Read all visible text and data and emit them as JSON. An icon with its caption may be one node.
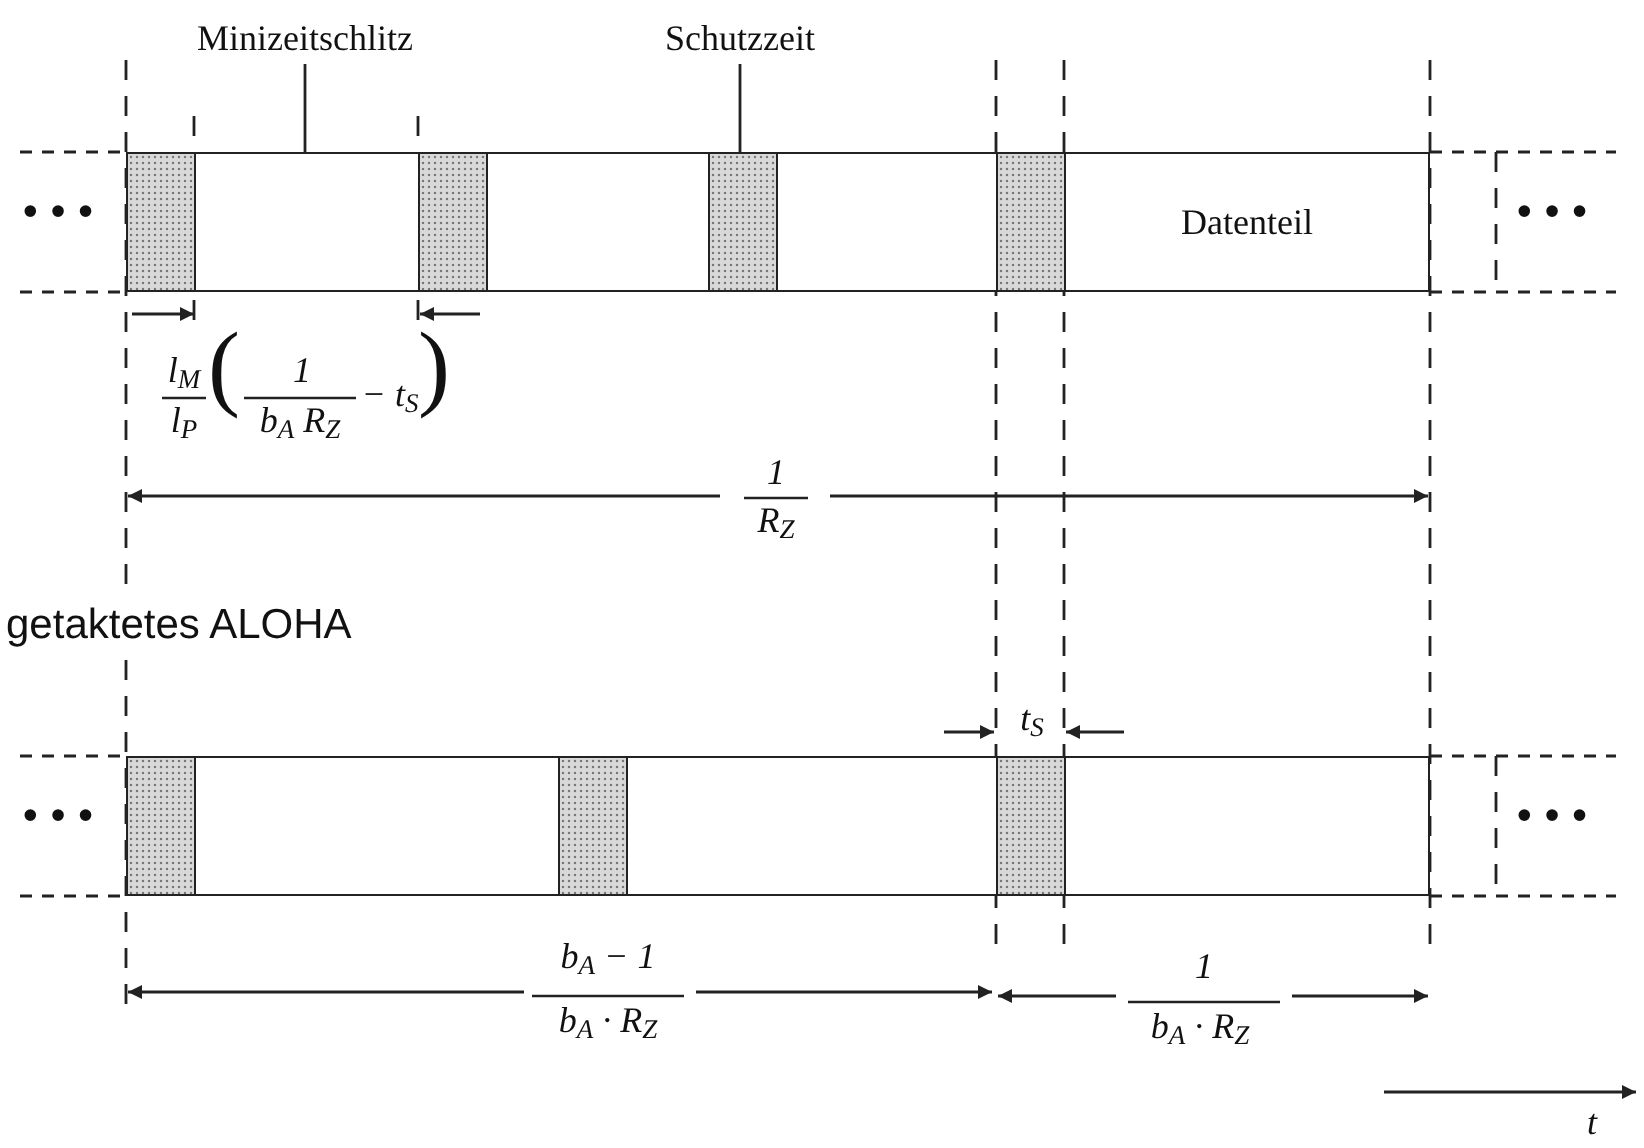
{
  "diagram": {
    "nodes": [
      {
        "text": [
          "Minizeitschlitz"
        ]
      },
      {
        "text": [
          "Schutzzeit"
        ]
      },
      {
        "text": [],
        "shape": "box"
      },
      {
        "text": [],
        "shape": "box"
      },
      {
        "text": [],
        "shape": "box"
      },
      {
        "text": [],
        "shape": "box"
      },
      {
        "text": [],
        "shape": "box"
      },
      {
        "text": [],
        "shape": "box"
      },
      {
        "text": [],
        "shape": "box"
      },
      {
        "text": [
          "Datenteil"
        ]
      },
      {
        "text": [],
        "shape": "box"
      },
      {
        "text": [],
        "shape": "box"
      },
      {
        "text": [],
        "shape": "box"
      },
      {
        "text": [],
        "shape": "box"
      },
      {
        "text": [],
        "shape": "box"
      },
      {
        "text": [],
        "shape": "box"
      }
    ],
    "edges": [
      {
        "from": 0,
        "to": 3,
        "arrow": "none"
      },
      {
        "from": 1,
        "to": 6,
        "arrow": "none"
      }
    ],
    "labels": [
      "•••",
      "•••",
      "l$_{M}$",
      "l$_{P}$",
      "(",
      "1",
      "b$_{A}$ R$_{Z}$",
      "− t$_{S}$",
      ")",
      "1",
      "R$_{Z}$",
      "getaktetes ALOHA",
      "t$_{S}$",
      "•••",
      "•••",
      "b$_{A}$ − 1",
      "b$_{A}$ · R$_{Z}$",
      "1",
      "b$_{A}$ · R$_{Z}$",
      "t"
    ]
  }
}
